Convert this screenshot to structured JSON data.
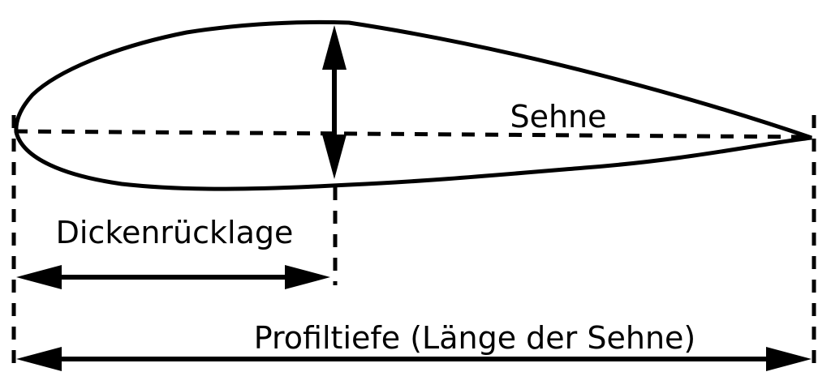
{
  "diagram": {
    "kind": "airfoil-profile-diagram",
    "colors": {
      "background": "#ffffff",
      "airfoil_fill": "#e7e7e7",
      "line": "#000000"
    },
    "labels": {
      "chord": "Sehne",
      "thickness_position": "Dickenrücklage",
      "chord_length": "Profiltiefe (Länge der Sehne)"
    }
  }
}
